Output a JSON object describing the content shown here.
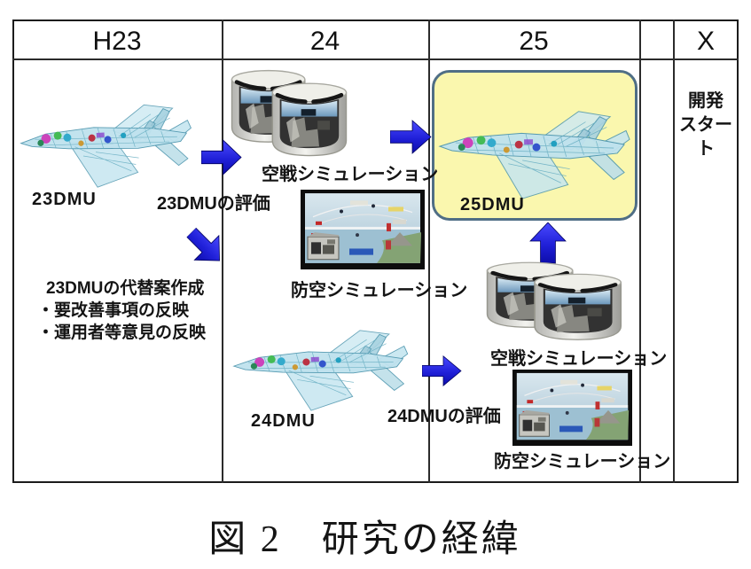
{
  "header": {
    "columns": [
      "H23",
      "24",
      "25",
      "",
      "X"
    ]
  },
  "h23_column": {
    "dmu_label": "23DMU",
    "revision": {
      "title": "23DMUの代替案作成",
      "bullets": [
        "・要改善事項の反映",
        "・運用者等意見の反映"
      ]
    }
  },
  "fy24_column": {
    "eval_label": "23DMUの評価",
    "air_combat_sim_label": "空戦シミュレーション",
    "air_defense_sim_label": "防空シミュレーション",
    "dmu_label": "24DMU"
  },
  "fy25_column": {
    "eval_label": "24DMUの評価",
    "dmu_label": "25DMU",
    "air_combat_sim_label": "空戦シミュレーション",
    "air_defense_sim_label": "防空シミュレーション"
  },
  "x_column": {
    "dev_start_line1": "開発",
    "dev_start_line2": "スタート"
  },
  "caption": "図 2　研究の経緯",
  "colors": {
    "arrow_blue": "#2222DB",
    "highlight_fill": "#FAF7AE",
    "highlight_border": "#4F6E85",
    "grid_line": "#2B2B2B"
  }
}
